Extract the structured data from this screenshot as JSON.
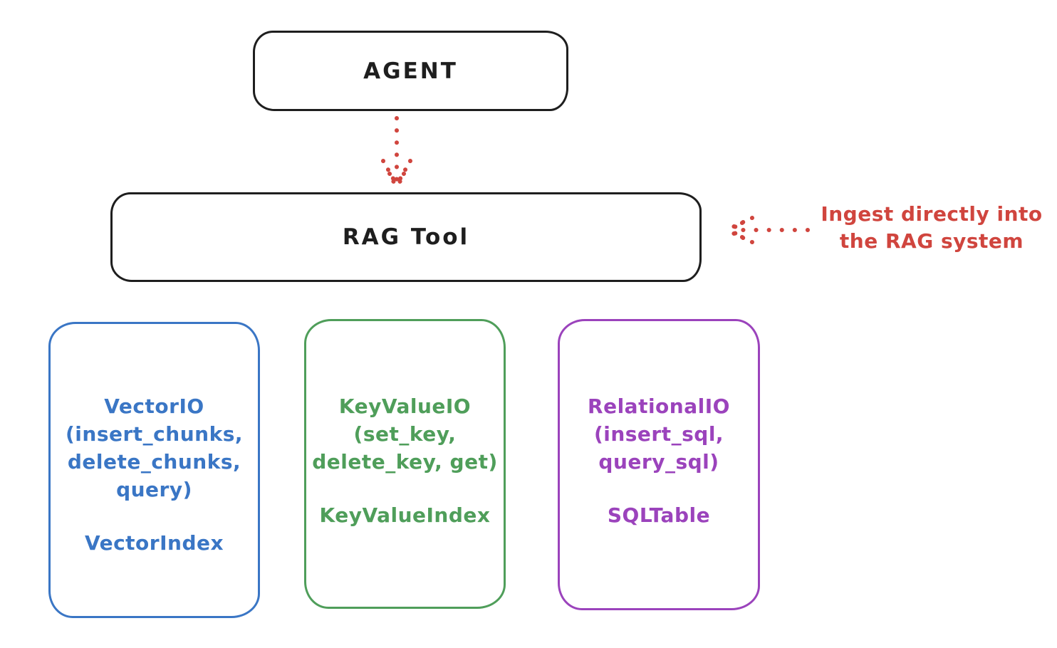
{
  "palette": {
    "ink": "#1e1e1e",
    "red": "#d0453e",
    "blue": "#3a76c5",
    "green": "#4f9e5a",
    "purple": "#9b43bc",
    "background": "#ffffff"
  },
  "nodes": {
    "agent": {
      "label": "AGENT"
    },
    "rag_tool": {
      "label": "RAG Tool"
    },
    "vector_io": {
      "lines": [
        "VectorIO",
        "(insert_chunks,",
        "delete_chunks,",
        "query)"
      ],
      "index_label": "VectorIndex"
    },
    "keyvalue_io": {
      "lines": [
        "KeyValueIO",
        "(set_key,",
        "delete_key, get)"
      ],
      "index_label": "KeyValueIndex"
    },
    "relational_io": {
      "lines": [
        "RelationalIO",
        "(insert_sql,",
        "query_sql)"
      ],
      "index_label": "SQLTable"
    }
  },
  "annotation": {
    "lines": [
      "Ingest directly into",
      "the RAG system"
    ]
  },
  "edges": {
    "agent_to_rag": "dotted-arrow-down",
    "annotation_to_rag": "dotted-arrow-left"
  }
}
